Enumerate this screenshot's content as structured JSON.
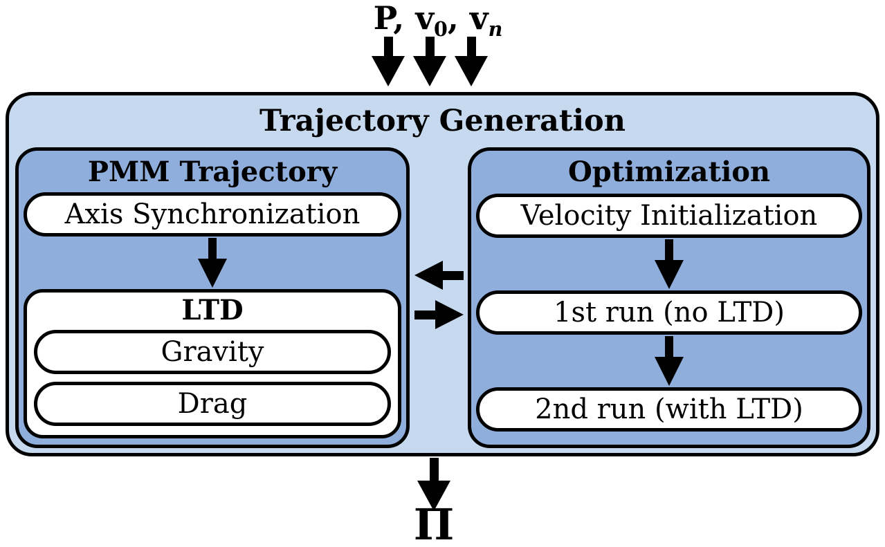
{
  "colors": {
    "outer_bg": "#C7D9EF",
    "panel_bg": "#8FAEDC",
    "pill_bg": "#FFFFFF",
    "line": "#000000",
    "page_bg": "#FFFFFF"
  },
  "inputs": {
    "term1": "P",
    "sep1": ", ",
    "term2_base": "v",
    "term2_sub": "0",
    "sep2": ", ",
    "term3_base": "v",
    "term3_sub": "n"
  },
  "outer": {
    "title": "Trajectory Generation"
  },
  "pmm": {
    "title": "PMM Trajectory",
    "axis_sync": "Axis Synchronization",
    "ltd": {
      "title": "LTD",
      "items": [
        "Gravity",
        "Drag"
      ]
    }
  },
  "optimization": {
    "title": "Optimization",
    "velocity_init": "Velocity Initialization",
    "run1": "1st run (no LTD)",
    "run2": "2nd run (with LTD)"
  },
  "output_symbol": "Π"
}
